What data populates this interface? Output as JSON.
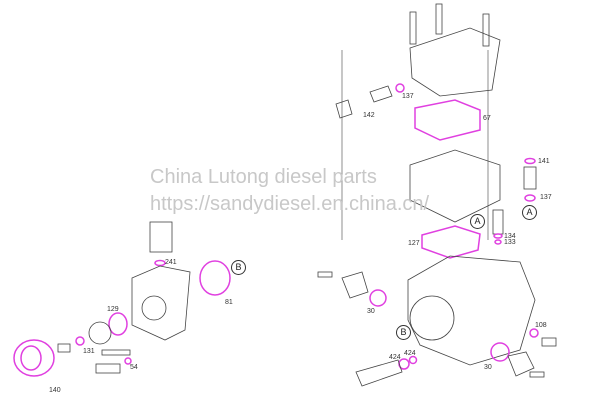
{
  "watermark": {
    "line1": "China Lutong diesel parts",
    "line2": "https://sandydiesel.en.china.cn/"
  },
  "labels": {
    "l137a": "137",
    "l142": "142",
    "l67": "67",
    "l141": "141",
    "l137b": "137",
    "l134": "134",
    "l133": "133",
    "l127": "127",
    "l241": "241",
    "l81": "81",
    "l129": "129",
    "l131": "131",
    "l140": "140",
    "l54": "54",
    "l30a": "30",
    "l108": "108",
    "l424a": "424",
    "l424b": "424",
    "l30b": "30"
  },
  "callouts": {
    "a1": "A",
    "a2": "A",
    "b1": "B",
    "b2": "B"
  },
  "colors": {
    "gasket": "#e040e0",
    "line": "#444444"
  }
}
